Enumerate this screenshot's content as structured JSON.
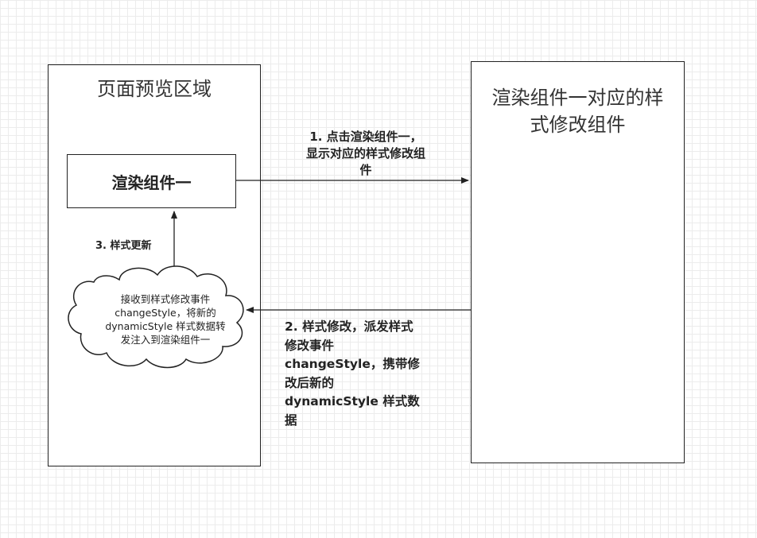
{
  "preview_area": {
    "title": "页面预览区域"
  },
  "editor_area": {
    "title_line1": "渲染组件一对应的样",
    "title_line2": "式修改组件"
  },
  "render_component": {
    "label": "渲染组件一"
  },
  "step1": {
    "line1": "1. 点击渲染组件一，",
    "line2": "显示对应的样式修改组",
    "line3": "件"
  },
  "step2": {
    "line1": "2. 样式修改，派发样式",
    "line2": "修改事件",
    "line3": "changeStyle，携带修",
    "line4": "改后新的",
    "line5": "dynamicStyle 样式数",
    "line6": "据"
  },
  "step3": {
    "label": "3. 样式更新"
  },
  "cloud": {
    "line1": "接收到样式修改事件",
    "line2": "changeStyle，将新的",
    "line3": "dynamicStyle 样式数据转",
    "line4": "发注入到渲染组件一"
  }
}
